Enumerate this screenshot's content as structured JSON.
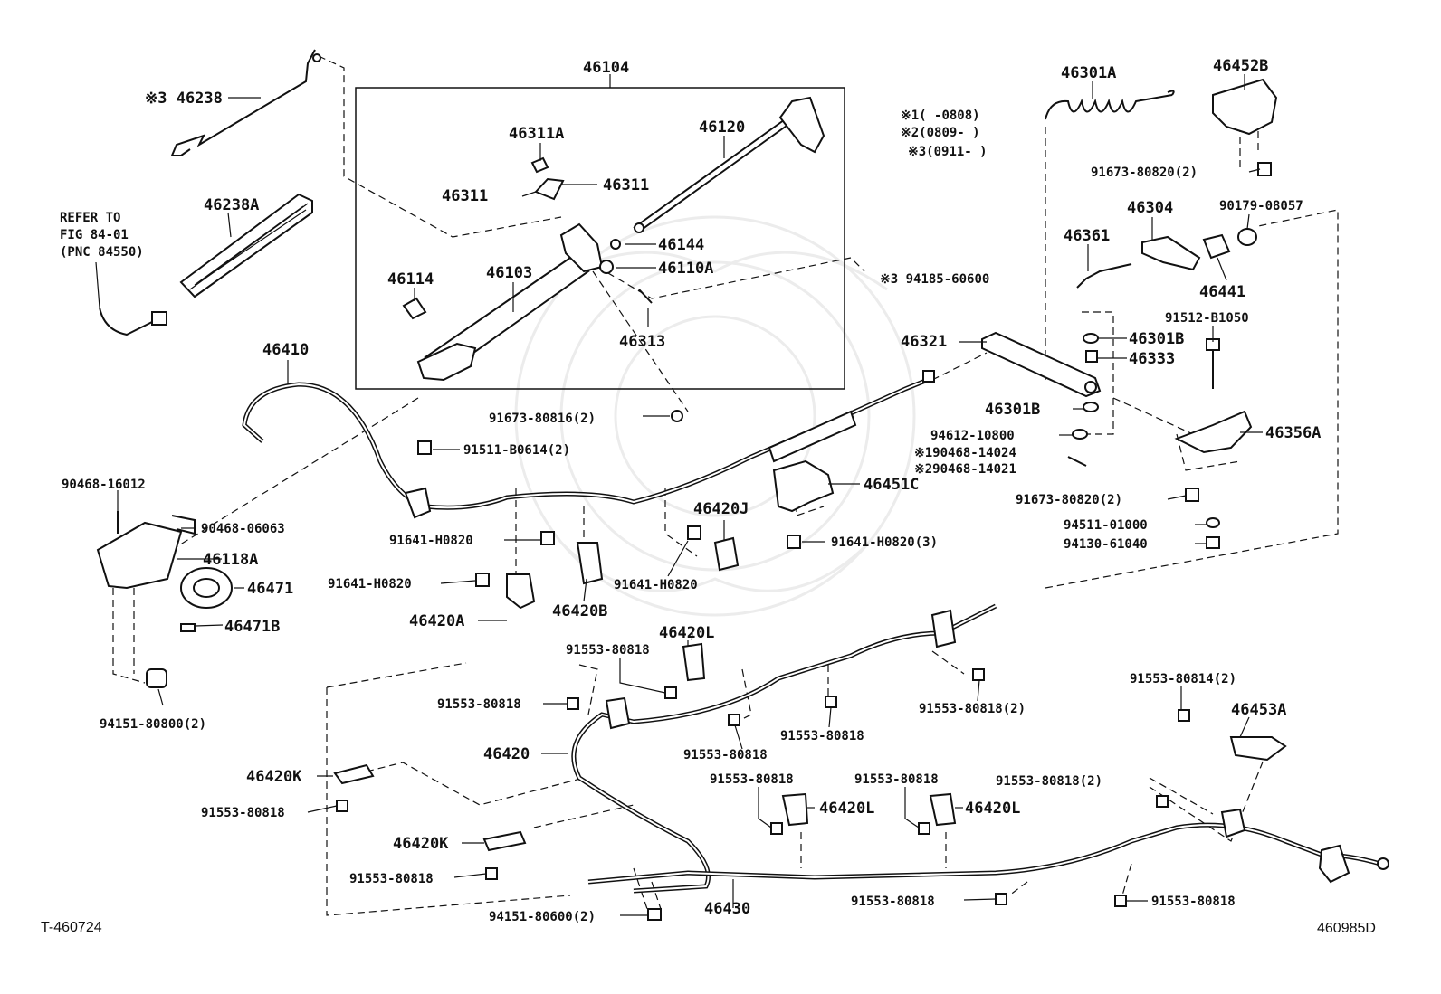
{
  "diagram_id_left": "T-460724",
  "diagram_id_right": "460985D",
  "refer_note": {
    "line1": "REFER TO",
    "line2": "FIG 84-01",
    "line3": "(PNC 84550)"
  },
  "legend": {
    "l1": "※1(   -0808)",
    "l2": "※2(0809-   )",
    "l3": "※3(0911-   )"
  },
  "labels": {
    "p46104": "46104",
    "p46238": "※3 46238",
    "p46238A": "46238A",
    "p46311A": "46311A",
    "p46311_l": "46311",
    "p46311_r": "46311",
    "p46120": "46120",
    "p46144": "46144",
    "p46110A": "46110A",
    "p46114": "46114",
    "p46103": "46103",
    "p46313": "46313",
    "p94185": "※3 94185-60600",
    "p46410": "46410",
    "p91673_816": "91673-80816(2)",
    "p91511": "91511-B0614(2)",
    "p90468_16012": "90468-16012",
    "p90468_06063": "90468-06063",
    "p46118A": "46118A",
    "p46471": "46471",
    "p46471B": "46471B",
    "p94151_800": "94151-80800(2)",
    "p91641_a": "91641-H0820",
    "p91641_b": "91641-H0820",
    "p91641_c": "91641-H0820",
    "p91641_3": "91641-H0820(3)",
    "p46420A": "46420A",
    "p46420B": "46420B",
    "p46420J": "46420J",
    "p46451C": "46451C",
    "p46301A": "46301A",
    "p46452B": "46452B",
    "p91673_820_top": "91673-80820(2)",
    "p46304": "46304",
    "p90179": "90179-08057",
    "p46361": "46361",
    "p46441": "46441",
    "p91512": "91512-B1050",
    "p46301B_1": "46301B",
    "p46333": "46333",
    "p46321": "46321",
    "p46301B_2": "46301B",
    "p94612": "94612-10800",
    "p90468_14024": "※190468-14024",
    "p90468_14021": "※290468-14021",
    "p46356A": "46356A",
    "p91673_820_b": "91673-80820(2)",
    "p94511": "94511-01000",
    "p94130": "94130-61040",
    "p46420L_top": "46420L",
    "p91553_a": "91553-80818",
    "p91553_b": "91553-80818",
    "p91553_c": "91553-80818",
    "p91553_d": "91553-80818",
    "p91553_e2": "91553-80818(2)",
    "p46420": "46420",
    "p46420K_1": "46420K",
    "p91553_f": "91553-80818",
    "p46420K_2": "46420K",
    "p91553_g": "91553-80818",
    "p94151_600": "94151-80600(2)",
    "p46430": "46430",
    "p91553_h": "91553-80818",
    "p46420L_1": "46420L",
    "p91553_i": "91553-80818",
    "p46420L_2": "46420L",
    "p91553_j2": "91553-80818(2)",
    "p91553_814": "91553-80814(2)",
    "p46453A": "46453A",
    "p91553_k": "91553-80818",
    "p91553_l": "91553-80818"
  }
}
